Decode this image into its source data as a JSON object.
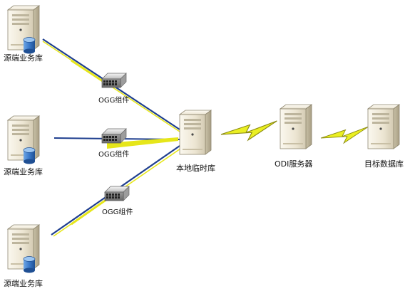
{
  "nodes": {
    "source_db_1": {
      "label": "源端业务库",
      "icon": "database-server-icon"
    },
    "source_db_2": {
      "label": "源端业务库",
      "icon": "database-server-icon"
    },
    "source_db_3": {
      "label": "源端业务库",
      "icon": "database-server-icon"
    },
    "local_temp_db": {
      "label": "本地临时库",
      "icon": "server-icon"
    },
    "odi_server": {
      "label": "ODI服务器",
      "icon": "server-icon"
    },
    "target_db": {
      "label": "目标数据库",
      "icon": "server-icon"
    }
  },
  "components": {
    "ogg_1": {
      "label": "OGG组件",
      "icon": "network-switch-icon"
    },
    "ogg_2": {
      "label": "OGG组件",
      "icon": "network-switch-icon"
    },
    "ogg_3": {
      "label": "OGG组件",
      "icon": "network-switch-icon"
    }
  },
  "colors": {
    "link_blue": "#1f3f8f",
    "link_yellow": "#e6e61a",
    "bolt_fill": "#eaef22",
    "bolt_stroke": "#8a8a10",
    "server_light": "#f6f2e7",
    "server_mid": "#d8d1bd",
    "server_dark": "#a9a188",
    "cylinder_blue": "#3a79c9"
  }
}
